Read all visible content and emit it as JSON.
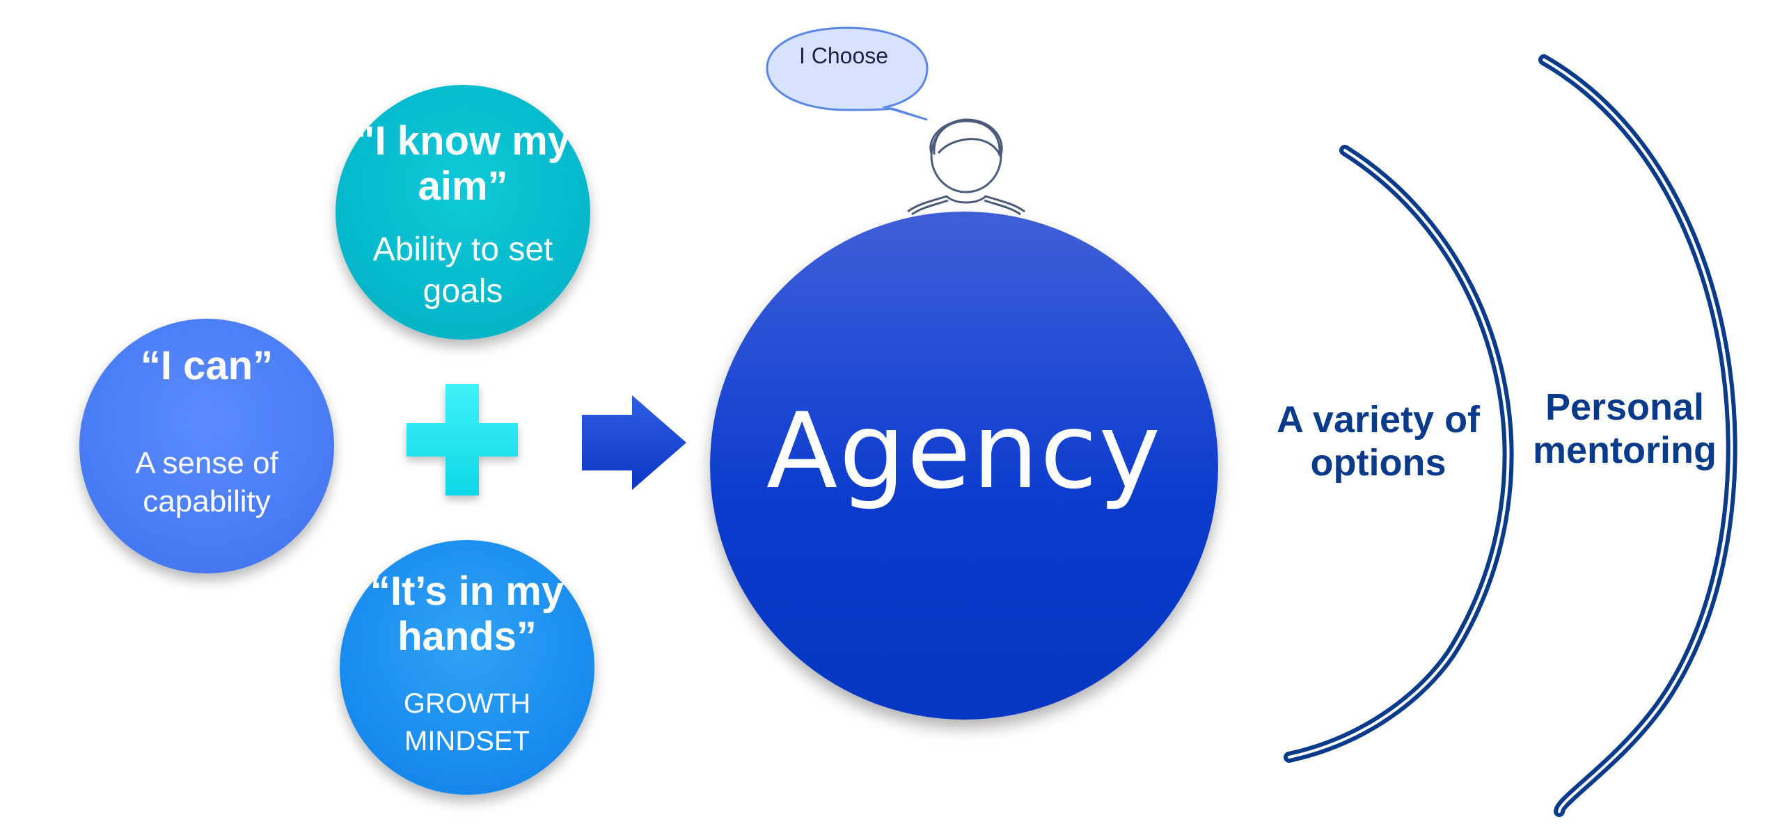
{
  "circles": {
    "aim": {
      "quote": "\"I know my aim”",
      "sub": "Ability to set goals"
    },
    "can": {
      "quote": "“I can”",
      "sub": "A sense of capability"
    },
    "hands": {
      "quote": "“It’s in my hands”",
      "sub": "GROWTH MINDSET"
    },
    "agency": {
      "title": "Agency"
    }
  },
  "speech_bubble": {
    "text": "I Choose"
  },
  "arcs": {
    "inner_label": "A variety of options",
    "outer_label": "Personal mentoring"
  },
  "colors": {
    "aim_circle": "#05b9cc",
    "can_circle": "#4a7cf6",
    "hands_circle": "#1a8df0",
    "agency_circle": "#0a3acb",
    "plus": "#12e6f0",
    "arrow": "#1a47d6",
    "arc_stroke": "#0a3a8a",
    "bubble_fill": "#d6e2ff",
    "bubble_stroke": "#5a86e6"
  },
  "icons": [
    "plus-icon",
    "right-arrow-icon",
    "speech-bubble-icon",
    "person-icon"
  ]
}
